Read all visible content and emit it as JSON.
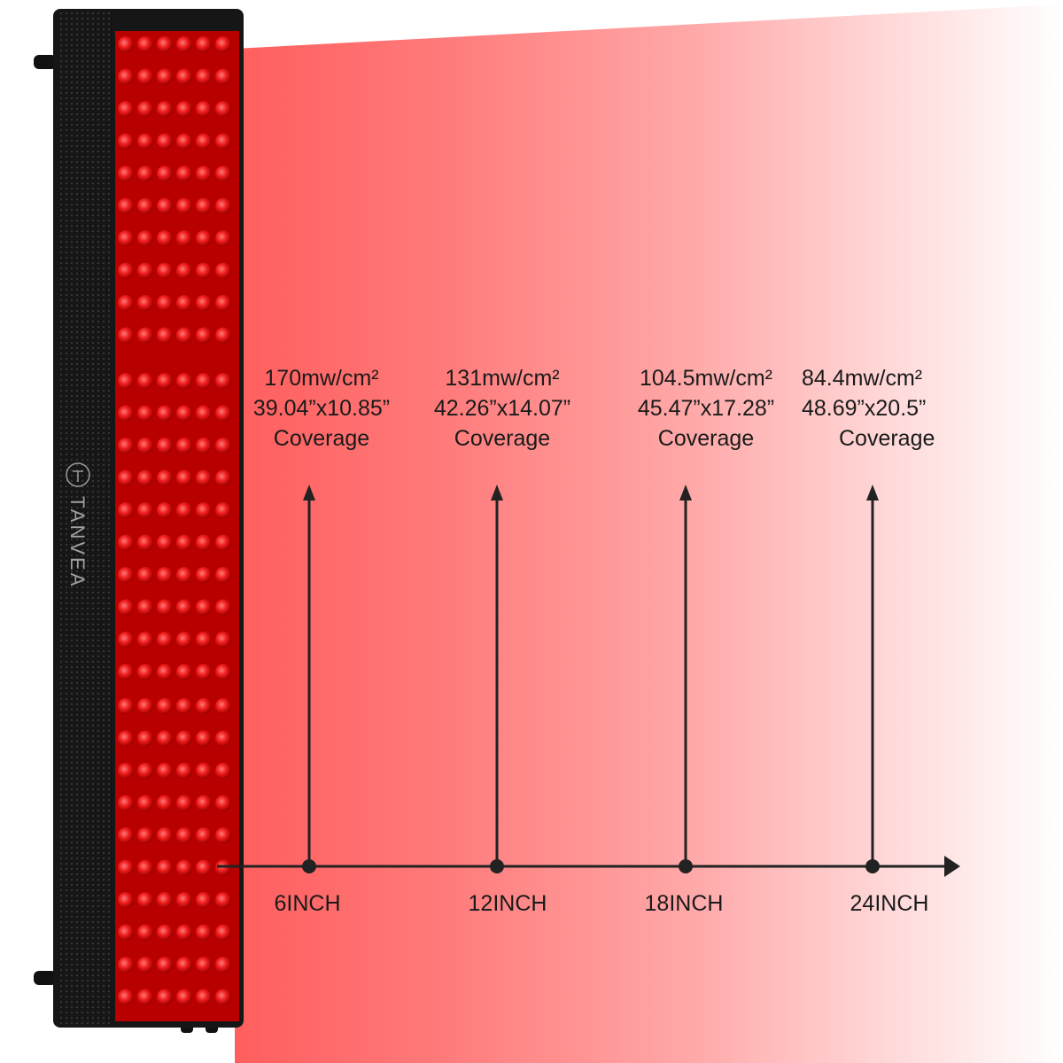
{
  "brand": {
    "name": "TANVEA",
    "logo_icon": "tanvea-logo-icon"
  },
  "measurements": [
    {
      "irradiance": "170mw/cm²",
      "coverage_size": "39.04”x10.85”",
      "coverage_label": "Coverage",
      "distance": "6INCH"
    },
    {
      "irradiance": "131mw/cm²",
      "coverage_size": "42.26”x14.07”",
      "coverage_label": "Coverage",
      "distance": "12INCH"
    },
    {
      "irradiance": "104.5mw/cm²",
      "coverage_size": "45.47”x17.28”",
      "coverage_label": "Coverage",
      "distance": "18INCH"
    },
    {
      "irradiance": "84.4mw/cm²",
      "coverage_size": "48.69”x20.5”",
      "coverage_label": "Coverage",
      "distance": "24INCH"
    }
  ],
  "colors": {
    "beam": "#ff6a6a",
    "led_glow": "#ff2a2a",
    "panel_body": "#161616",
    "led_face": "#c40000",
    "line": "#222222"
  }
}
